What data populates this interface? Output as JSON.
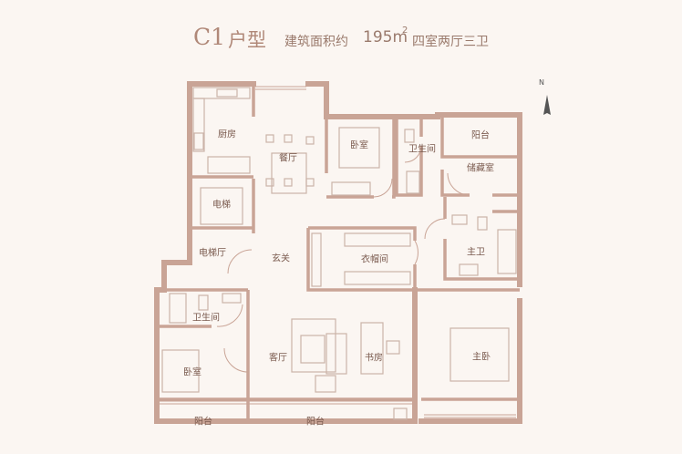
{
  "header": {
    "code": "C1",
    "type_label": "户型",
    "area_label": "建筑面积约",
    "area_value": "195m",
    "area_sup": "2",
    "layout": "四室两厅三卫"
  },
  "compass": {
    "north": "N"
  },
  "rooms": {
    "kitchen": "厨房",
    "dining": "餐厅",
    "bedroom_top": "卧室",
    "bath_top": "卫生间",
    "balcony_top": "阳台",
    "storage": "储藏室",
    "elevator": "电梯",
    "elevator_hall": "电梯厅",
    "foyer": "玄关",
    "closet": "衣帽间",
    "master_bath": "主卫",
    "bath_left": "卫生间",
    "bedroom_left": "卧室",
    "living": "客厅",
    "study": "书房",
    "master_bed": "主卧",
    "balcony_left": "阳台",
    "balcony_living": "阳台"
  },
  "colors": {
    "wall": "#c9a496",
    "wall_dark": "#b8907f",
    "furniture": "#cbb3a8",
    "background": "#fbf6f2"
  }
}
